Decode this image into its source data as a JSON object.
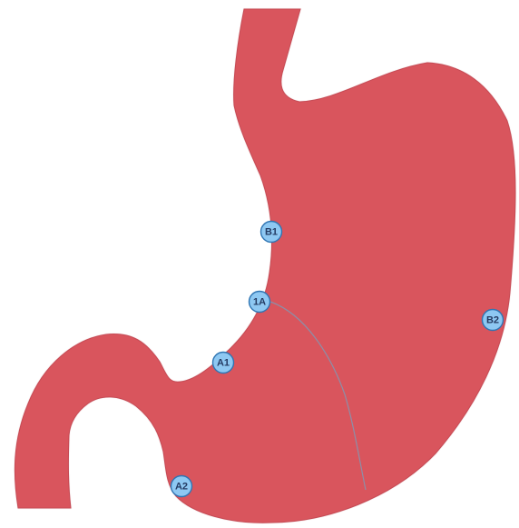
{
  "colors": {
    "stomach_fill": "#d9545d",
    "stomach_edge": "#c64b54",
    "curve_line": "#8c8fa8",
    "marker_fill": "#8ec8f2",
    "marker_stroke": "#2f75b3",
    "marker_text": "#243b63",
    "background": "#ffffff"
  },
  "markers": {
    "b1": "B1",
    "b2": "B2",
    "1a": "1A",
    "a1": "A1",
    "a2": "A2"
  }
}
